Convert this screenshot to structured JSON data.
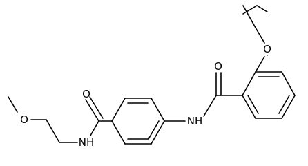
{
  "molecule": {
    "atoms": {
      "o_ether": "O",
      "o_ester_carbonyl": "O",
      "nh_right": "NH",
      "o_left_carbonyl": "O",
      "nh_left": "NH",
      "o_methoxy": "O"
    }
  },
  "colors": {
    "bond": "#000000",
    "label": "#000000",
    "background": "#ffffff"
  }
}
